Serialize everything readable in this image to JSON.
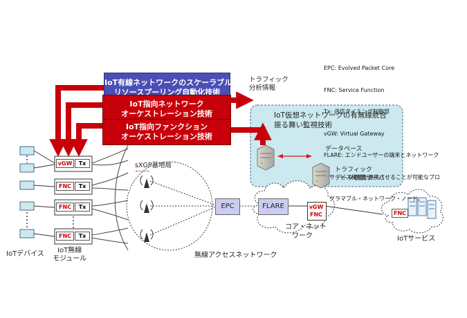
{
  "legend": {
    "lines": [
      "EPC: Evolved Packet Core",
      "FNC: Service Function",
      "Tx: 送信タイミング制御部",
      "vGW: Virtual Gateway",
      "FLARE: エンドユーザーの端末とネットワーク",
      "　サービス機能を連携させることが可能なプロ",
      "　グラマブル・ネットワーク・ノード。"
    ]
  },
  "top_boxes": {
    "box1": [
      "IoT有線ネットワークのスケーラブル",
      "リソースプーリング自動化技術"
    ],
    "box2": [
      "IoT指向ネットワーク",
      "オーケストレーション技術"
    ],
    "box3": [
      "IoT指向ファンクション",
      "オーケストレーション技術"
    ]
  },
  "traffic_info": [
    "トラフィック",
    "分析情報"
  ],
  "monitor": {
    "title": [
      "IoT仮想ネットワークの有無線統合",
      "振る舞い監視技術"
    ],
    "database": "データベース",
    "collector": [
      "トラフィック",
      "データ収集サーバ"
    ]
  },
  "module_tags": [
    "vGW",
    "Tx",
    "FNC",
    "Tx",
    "FNC",
    "Tx",
    "FNC",
    "Tx"
  ],
  "base_station": "sXGP基地局",
  "epc": "EPC",
  "flare": "FLARE",
  "core_tags": [
    "vGW",
    "FNC"
  ],
  "core_network": [
    "コア・ネット",
    "ワーク"
  ],
  "service_tag": "FNC",
  "iot_service": "IoTサービス",
  "iot_device": "IoTデバイス",
  "iot_module": [
    "IoT無線",
    "モジュール"
  ],
  "wireless_access": "無線アクセスネットワーク",
  "colors": {
    "red": "#c8000a",
    "blue": "#4a4fb6",
    "teal": "#cbe9ef",
    "purple_box": "#ccccf0"
  }
}
